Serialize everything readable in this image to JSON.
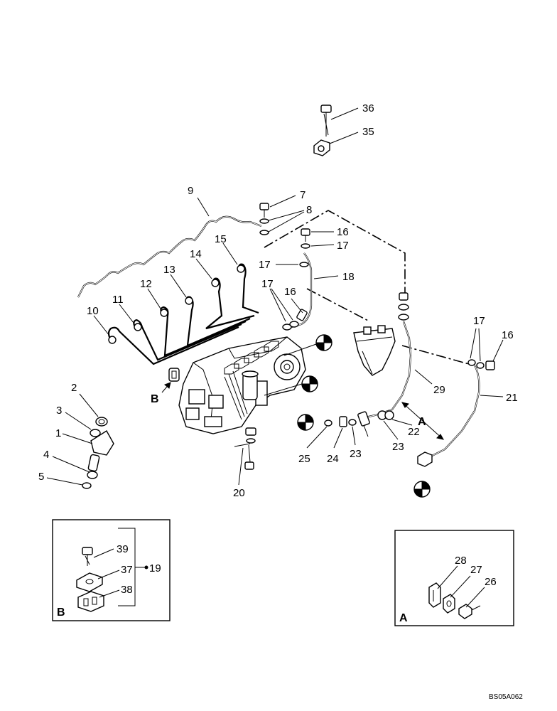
{
  "callouts": {
    "c1": "1",
    "c2": "2",
    "c3": "3",
    "c4": "4",
    "c5": "5",
    "c7": "7",
    "c8": "8",
    "c9": "9",
    "c10": "10",
    "c11": "11",
    "c12": "12",
    "c13": "13",
    "c14": "14",
    "c15": "15",
    "c16a": "16",
    "c16b": "16",
    "c16c": "16",
    "c17a": "17",
    "c17b": "17",
    "c17c": "17",
    "c17d": "17",
    "c18": "18",
    "c19": "19",
    "c20": "20",
    "c21": "21",
    "c22": "22",
    "c23a": "23",
    "c23b": "23",
    "c24": "24",
    "c25": "25",
    "c26": "26",
    "c27": "27",
    "c28": "28",
    "c29": "29",
    "c35": "35",
    "c36": "36",
    "c37": "37",
    "c38": "38",
    "c39": "39"
  },
  "view_labels": {
    "b_marker": "B",
    "a_marker": "A",
    "box_b": "B",
    "box_a": "A"
  },
  "reference_code": "BS05A062"
}
